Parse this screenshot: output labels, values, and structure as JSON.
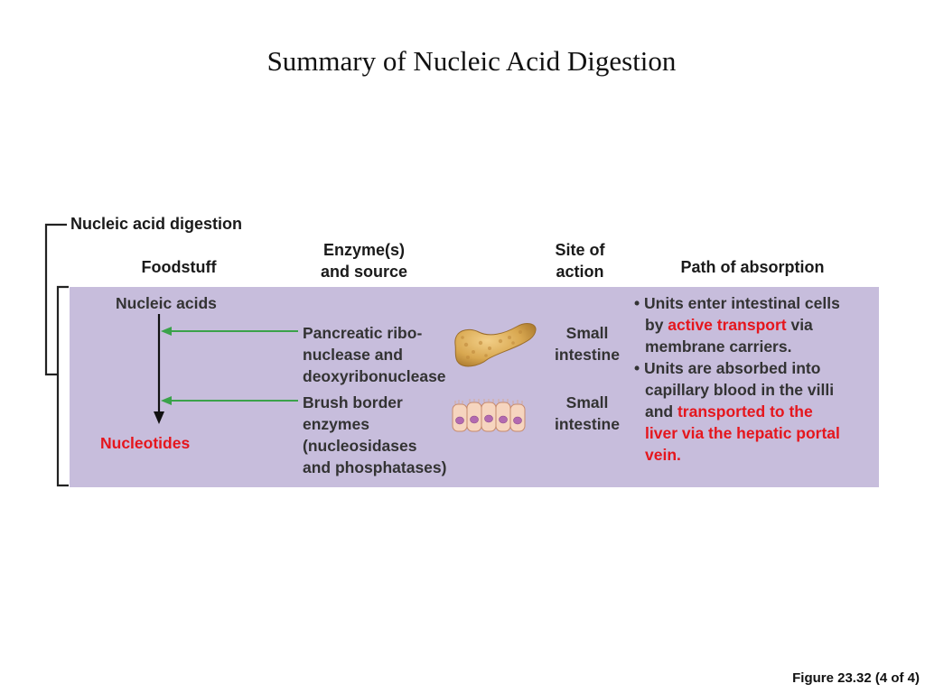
{
  "title": "Summary of Nucleic Acid Digestion",
  "section_label": "Nucleic acid digestion",
  "headers": {
    "foodstuff": "Foodstuff",
    "enzyme_line1": "Enzyme(s)",
    "enzyme_line2": "and source",
    "site_line1": "Site of",
    "site_line2": "action",
    "path": "Path of absorption"
  },
  "foodstuff": {
    "start": "Nucleic acids",
    "end": "Nucleotides"
  },
  "enzymes": [
    {
      "lines": [
        "Pancreatic ribo-",
        "nuclease and",
        "deoxyribonuclease"
      ],
      "source_icon": "pancreas-icon"
    },
    {
      "lines": [
        "Brush border",
        "enzymes",
        "(nucleosidases",
        "and phosphatases)"
      ],
      "source_icon": "intestinal-cells-icon"
    }
  ],
  "sites": [
    {
      "line1": "Small",
      "line2": "intestine"
    },
    {
      "line1": "Small",
      "line2": "intestine"
    }
  ],
  "absorption": {
    "bullet1": {
      "l1": "• Units enter intestinal cells",
      "l2_pre": "by ",
      "l2_red": "active transport",
      "l2_post": " via",
      "l3": "membrane carriers."
    },
    "bullet2": {
      "l1": "• Units are absorbed into",
      "l2": "capillary blood in the villi",
      "l3_pre": "and ",
      "l3_red": "transported to the",
      "l4_red": "liver via the hepatic portal",
      "l5_red": "vein."
    }
  },
  "figure_label": "Figure 23.32 (4 of 4)",
  "colors": {
    "panel": "#c7bddc",
    "highlight": "#e5161d",
    "arrow": "#3aa24a"
  }
}
